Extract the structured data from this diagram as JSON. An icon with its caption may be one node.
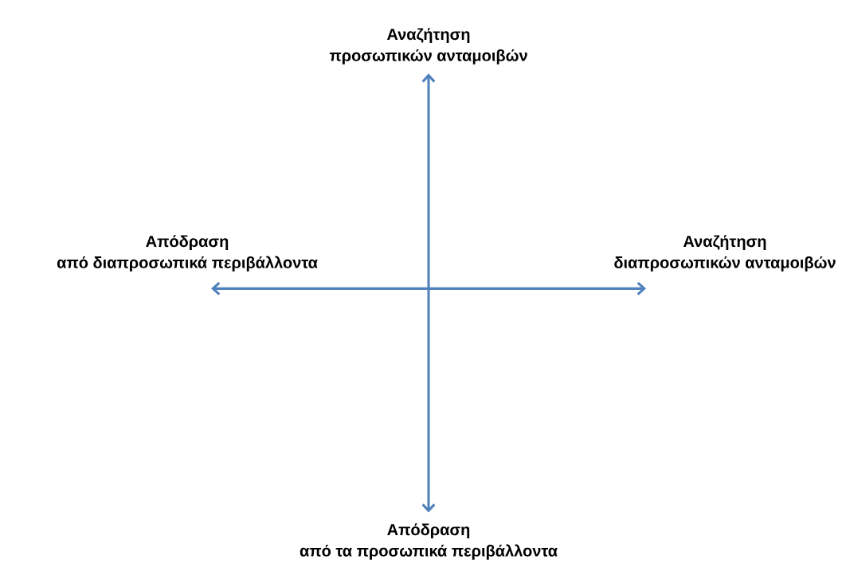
{
  "diagram": {
    "nodes": [
      {
        "text": [
          "Αναζήτηση",
          "προσωπικών ανταμοιβών"
        ]
      },
      {
        "text": [
          "Απόδραση",
          "από διαπροσωπικά περιβάλλοντα"
        ]
      },
      {
        "text": [
          "Αναζήτηση",
          "διαπροσωπικών ανταμοιβών"
        ]
      },
      {
        "text": [
          "Απόδραση",
          "από τα προσωπικά περιβάλλοντα"
        ]
      }
    ],
    "edges": [
      {
        "from": 0,
        "to": 3,
        "arrow": "both",
        "color": "#4f81bd"
      },
      {
        "from": 1,
        "to": 2,
        "arrow": "both",
        "color": "#4f81bd"
      }
    ]
  }
}
